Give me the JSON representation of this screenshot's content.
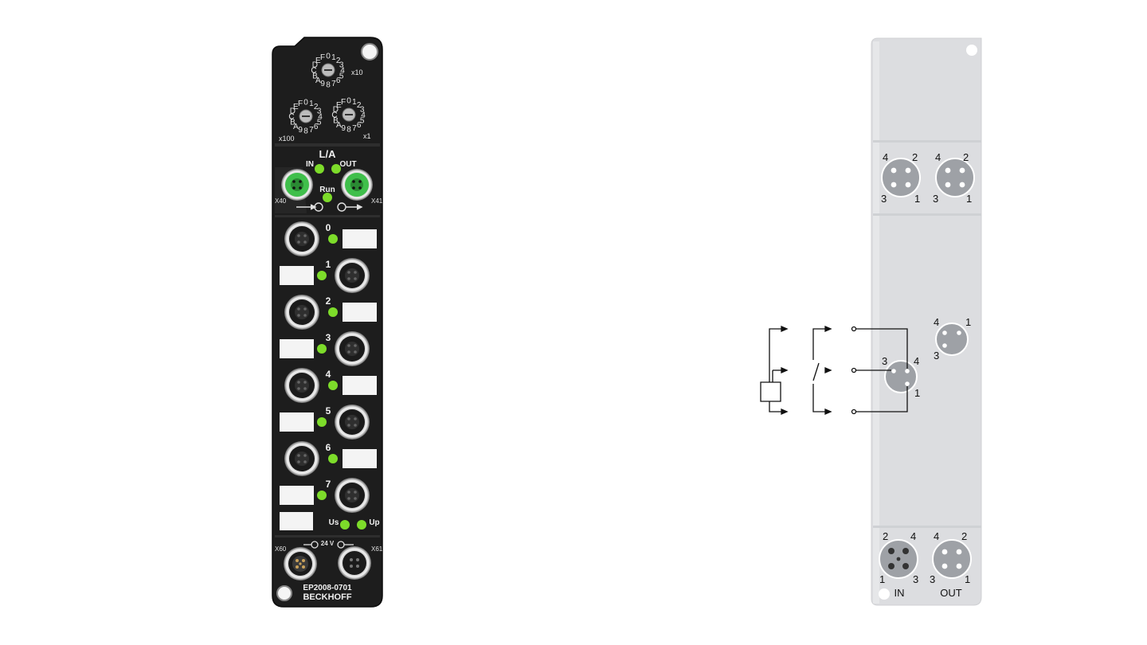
{
  "device": {
    "model": "EP2008-0701",
    "brand": "BECKHOFF",
    "rotary": {
      "digits": [
        "0",
        "1",
        "2",
        "3",
        "4",
        "5",
        "6",
        "7",
        "8",
        "9",
        "A",
        "B",
        "C",
        "D",
        "E",
        "F"
      ],
      "x10": "x10",
      "x100": "x100",
      "x1": "x1"
    },
    "leds": {
      "la": "L/A",
      "in": "IN",
      "out": "OUT",
      "run": "Run",
      "us": "Us",
      "up": "Up"
    },
    "ports": {
      "x40": "X40",
      "x41": "X41",
      "x60": "X60",
      "x61": "X61"
    },
    "power_label": "24 V",
    "channels": [
      "0",
      "1",
      "2",
      "3",
      "4",
      "5",
      "6",
      "7"
    ],
    "colors": {
      "housing": "#1d1d1d",
      "led": "#7ddc2a",
      "connector_green": "#3fbf4b"
    }
  },
  "diagram": {
    "top_left_pins": [
      "4",
      "2",
      "3",
      "1"
    ],
    "top_right_pins": [
      "4",
      "2",
      "3",
      "1"
    ],
    "middle_pins": [
      "4",
      "1",
      "3"
    ],
    "output_pins": [
      "3",
      "4",
      "1"
    ],
    "bottom_left_pins": [
      "2",
      "4",
      "1",
      "3"
    ],
    "bottom_right_pins": [
      "4",
      "2",
      "3",
      "1"
    ],
    "in_label": "IN",
    "out_label": "OUT",
    "colors": {
      "panel": "#dcdde0",
      "connector": "#9ea1a6"
    }
  }
}
